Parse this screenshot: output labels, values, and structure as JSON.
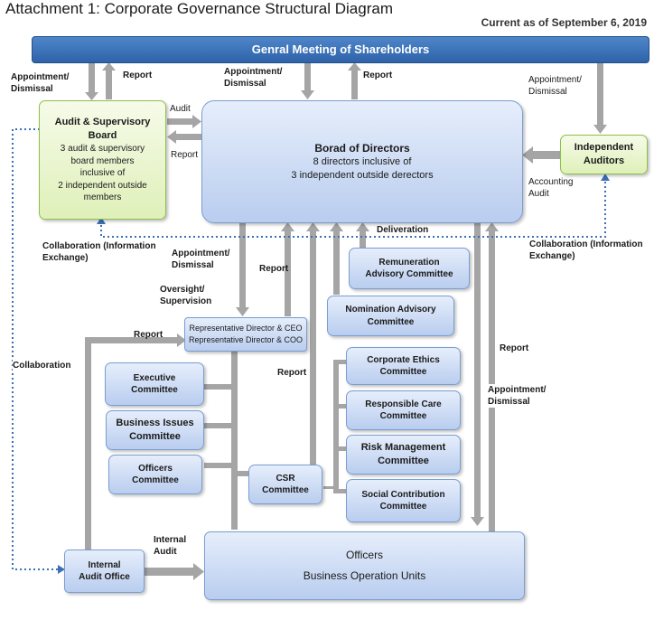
{
  "title": "Attachment 1: Corporate Governance Structural Diagram",
  "as_of": "Current as of September 6, 2019",
  "general_meeting": "Genral Meeting of Shareholders",
  "audit_board": {
    "name": "Audit & Supervisory Board",
    "detail_1": "3 audit & supervisory",
    "detail_2": "board members",
    "detail_3": "inclusive of",
    "detail_4": "2 independent outside",
    "detail_5": "members"
  },
  "board": {
    "name": "Borad of Directors",
    "detail_1": "8 directors inclusive of",
    "detail_2": "3 independent outside derectors"
  },
  "independent_auditors": "Independent Auditors",
  "remuneration": "Remuneration Advisory Committee",
  "nomination": "Nomination Advisory Committee",
  "rep_director_ceo": "Representative Director & CEO",
  "rep_director_coo": "Representative Director & COO",
  "executive": "Executive Committee",
  "business_issues": "Business Issues Committee",
  "officers_committee": "Officers Committee",
  "csr": "CSR Committee",
  "corporate_ethics": "Corporate Ethics Committee",
  "responsible_care": "Responsible Care Committee",
  "risk_management": "Risk Management Committee",
  "social_contribution": "Social Contribution Committee",
  "internal_audit_office": "Internal Audit Office",
  "officers_units_1": "Officers",
  "officers_units_2": "Business Operation Units",
  "labels": {
    "appointment_dismissal": "Appointment/ Dismissal",
    "report": "Report",
    "audit": "Audit",
    "accounting_audit": "Accounting Audit",
    "deliveration": "Deliveration",
    "collaboration_info": "Collaboration (Information Exchange)",
    "collaboration": "Collaboration",
    "oversight": "Oversight/ Supervision",
    "internal_audit": "Internal Audit"
  },
  "colors": {
    "header_blue": "#2e62a9",
    "box_blue": "#b9cdef",
    "box_green": "#dff0b9",
    "arrow_gray": "#a5a5a5",
    "dotted_blue": "#3b6fb6"
  }
}
